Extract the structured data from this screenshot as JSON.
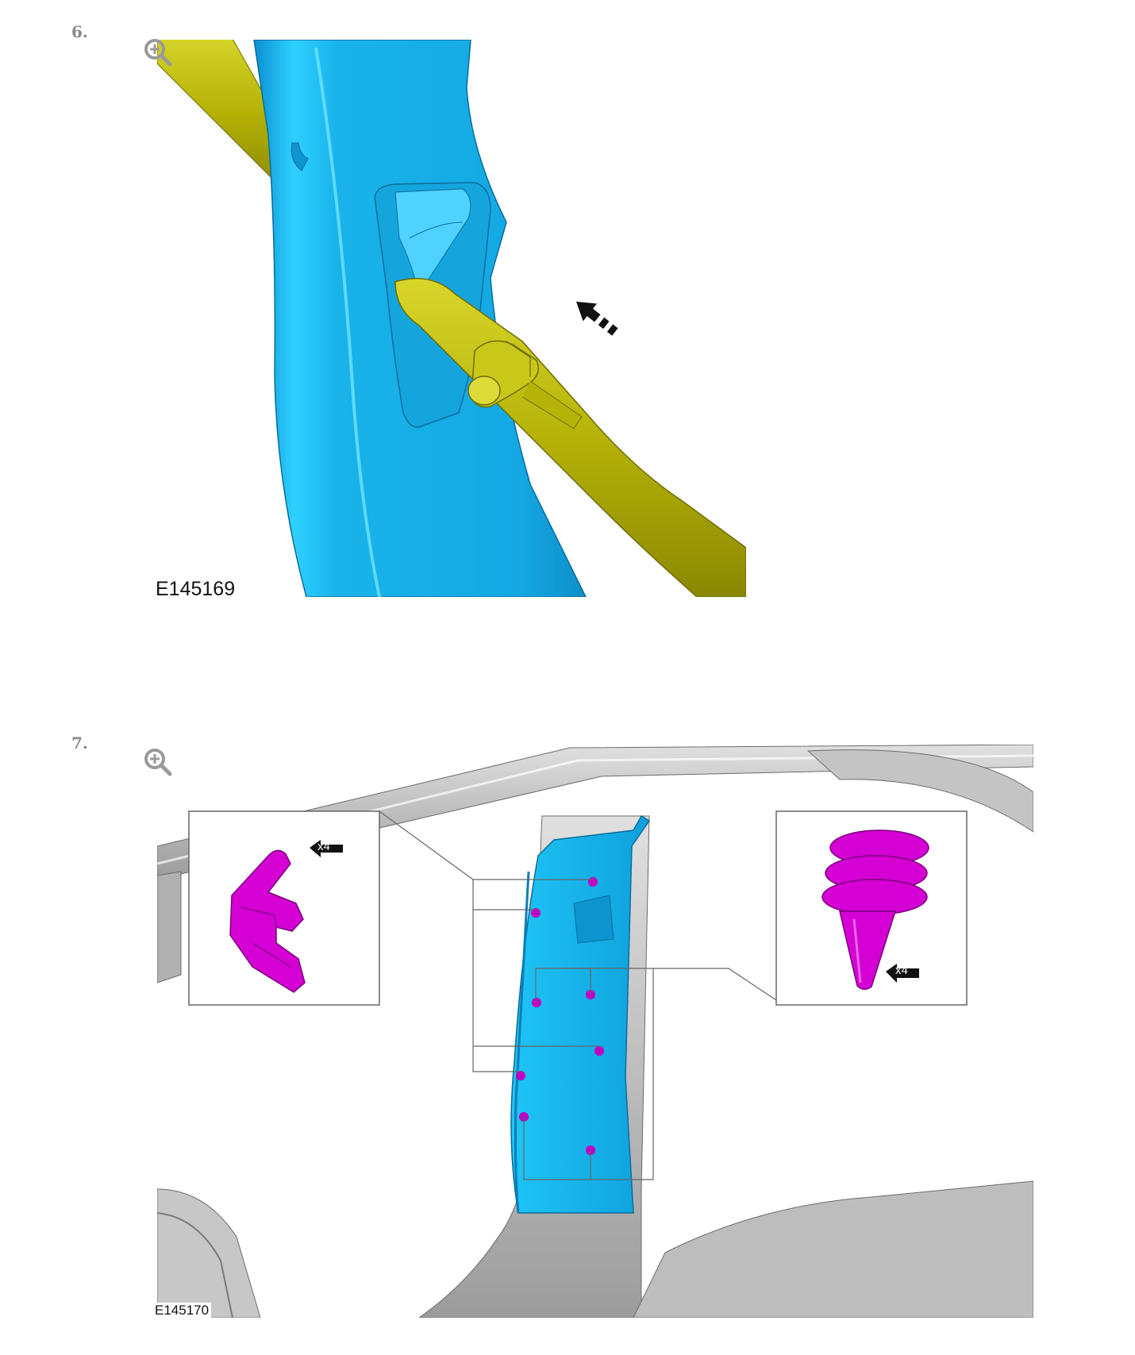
{
  "steps": [
    {
      "number": "6.",
      "zoom_icon": "zoom-in-icon",
      "figure_code": "E145169"
    },
    {
      "number": "7.",
      "zoom_icon": "zoom-in-icon",
      "figure_code": "E145170",
      "callout_left_qty": "x4",
      "callout_right_qty": "x4"
    }
  ],
  "colors": {
    "trim_panel": "#19b3ea",
    "seat_belt": "#b5b307",
    "clip": "#d400d4",
    "body_frame": "#b8b8b8",
    "step_number": "#888888",
    "zoom_icon": "#9a9a9a"
  }
}
